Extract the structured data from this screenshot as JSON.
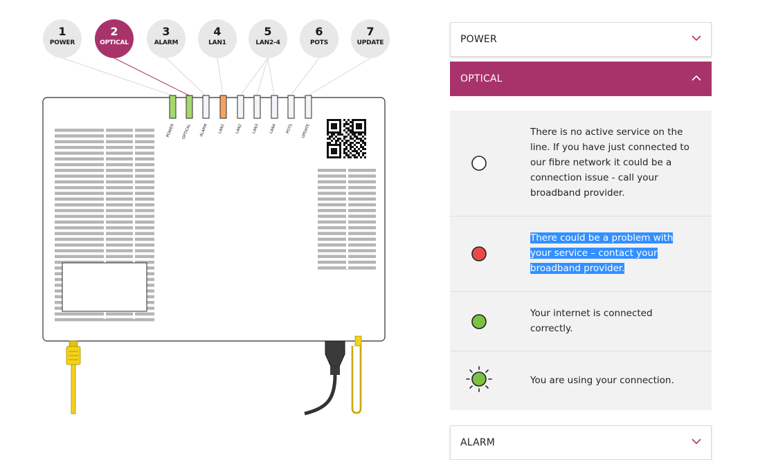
{
  "steps": [
    {
      "num": "1",
      "label": "POWER"
    },
    {
      "num": "2",
      "label": "OPTICAL"
    },
    {
      "num": "3",
      "label": "ALARM"
    },
    {
      "num": "4",
      "label": "LAN1"
    },
    {
      "num": "5",
      "label": "LAN2-4"
    },
    {
      "num": "6",
      "label": "POTS"
    },
    {
      "num": "7",
      "label": "UPDATE"
    }
  ],
  "active_step": "2",
  "device": {
    "led_labels": [
      "POWER",
      "OPTICAL",
      "ALARM",
      "LAN1",
      "LAN2",
      "LAN3",
      "LAN4",
      "POTS",
      "UPDATE"
    ],
    "led_colors": [
      "#a6d86e",
      "#a6d86e",
      "#f3f3f8",
      "#f4a460",
      "#f3f3f8",
      "#f3f3f8",
      "#f3f3f8",
      "#f3f3f8",
      "#f3f3f8"
    ]
  },
  "accordion": {
    "power": {
      "title": "POWER"
    },
    "optical": {
      "title": "OPTICAL"
    },
    "alarm": {
      "title": "ALARM"
    }
  },
  "optical_states": [
    {
      "led": "off",
      "color": "#ffffff",
      "text": "There is no active service on the line. If you have just connected to our fibre network it could be a connection issue - call your broadband provider."
    },
    {
      "led": "red",
      "color": "#e94b4b",
      "text": "There could be a problem with your service – contact your broadband provider."
    },
    {
      "led": "green",
      "color": "#7cc242",
      "text": "Your internet is connected correctly."
    },
    {
      "led": "green-flashing",
      "color": "#7cc242",
      "text": "You are using your connection."
    }
  ],
  "colors": {
    "accent": "#a8336a",
    "selection": "#3390ff",
    "cable": "#f2d21b"
  }
}
